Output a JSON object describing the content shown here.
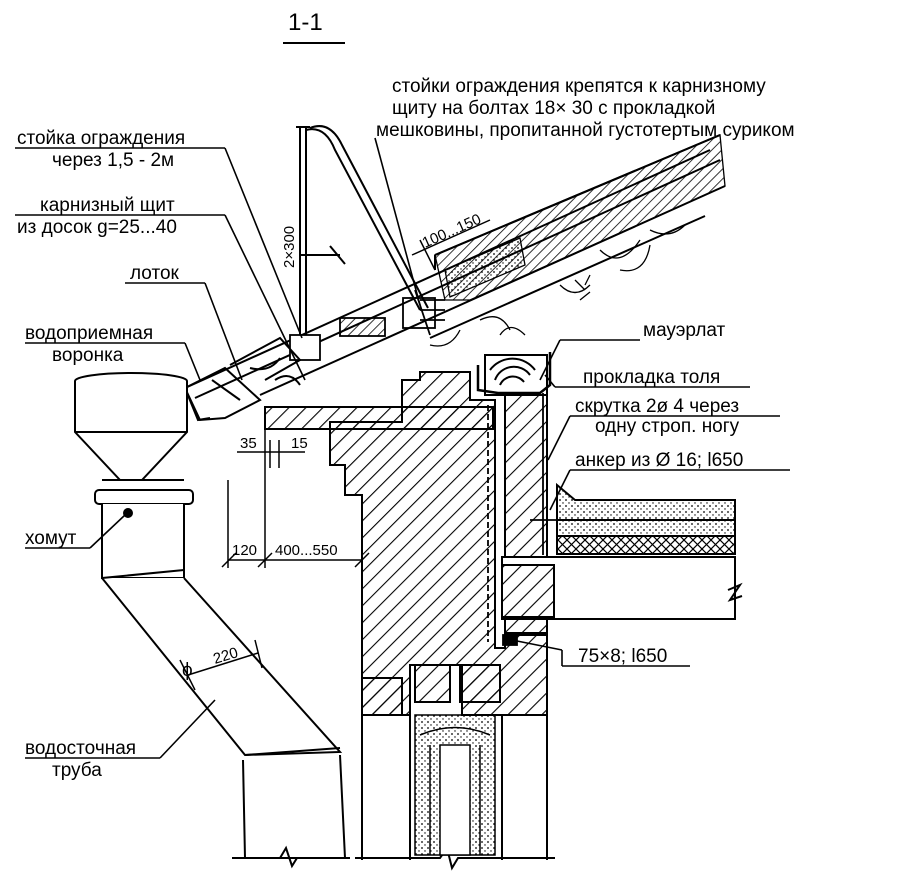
{
  "section_title": "1-1",
  "notes": {
    "railing_fixing": [
      "стойки ограждения крепятся к карнизному",
      "щиту на болтах 18× 30 с прокладкой",
      "мешковины, пропитанной густотертым суриком"
    ]
  },
  "callouts": {
    "railing_post": [
      "стойка ограждения",
      "через 1,5 - 2м"
    ],
    "eaves_board": [
      "карнизный щит",
      "из досок g=25...40"
    ],
    "gutter": "лоток",
    "water_inlet": [
      "водоприемная",
      "воронка"
    ],
    "clamp": "хомут",
    "downpipe": [
      "водосточная",
      "труба"
    ],
    "wall_plate": "мауэрлат",
    "tar_paper": "прокладка толя",
    "wire_twist": [
      "скрутка 2ø 4 через",
      "одну строп. ногу"
    ],
    "anchor": "анкер из  Ø 16; l650",
    "angle": "75×8; l650"
  },
  "dimensions": {
    "post_height": "2×300",
    "overlap": "100...150",
    "d1": "35",
    "d2": "15",
    "d3": "120",
    "d4": "400...550",
    "pipe_diameter_symbol": "ϕ",
    "pipe_diameter": "220"
  },
  "colors": {
    "ink": "#000000",
    "paper": "#ffffff"
  }
}
